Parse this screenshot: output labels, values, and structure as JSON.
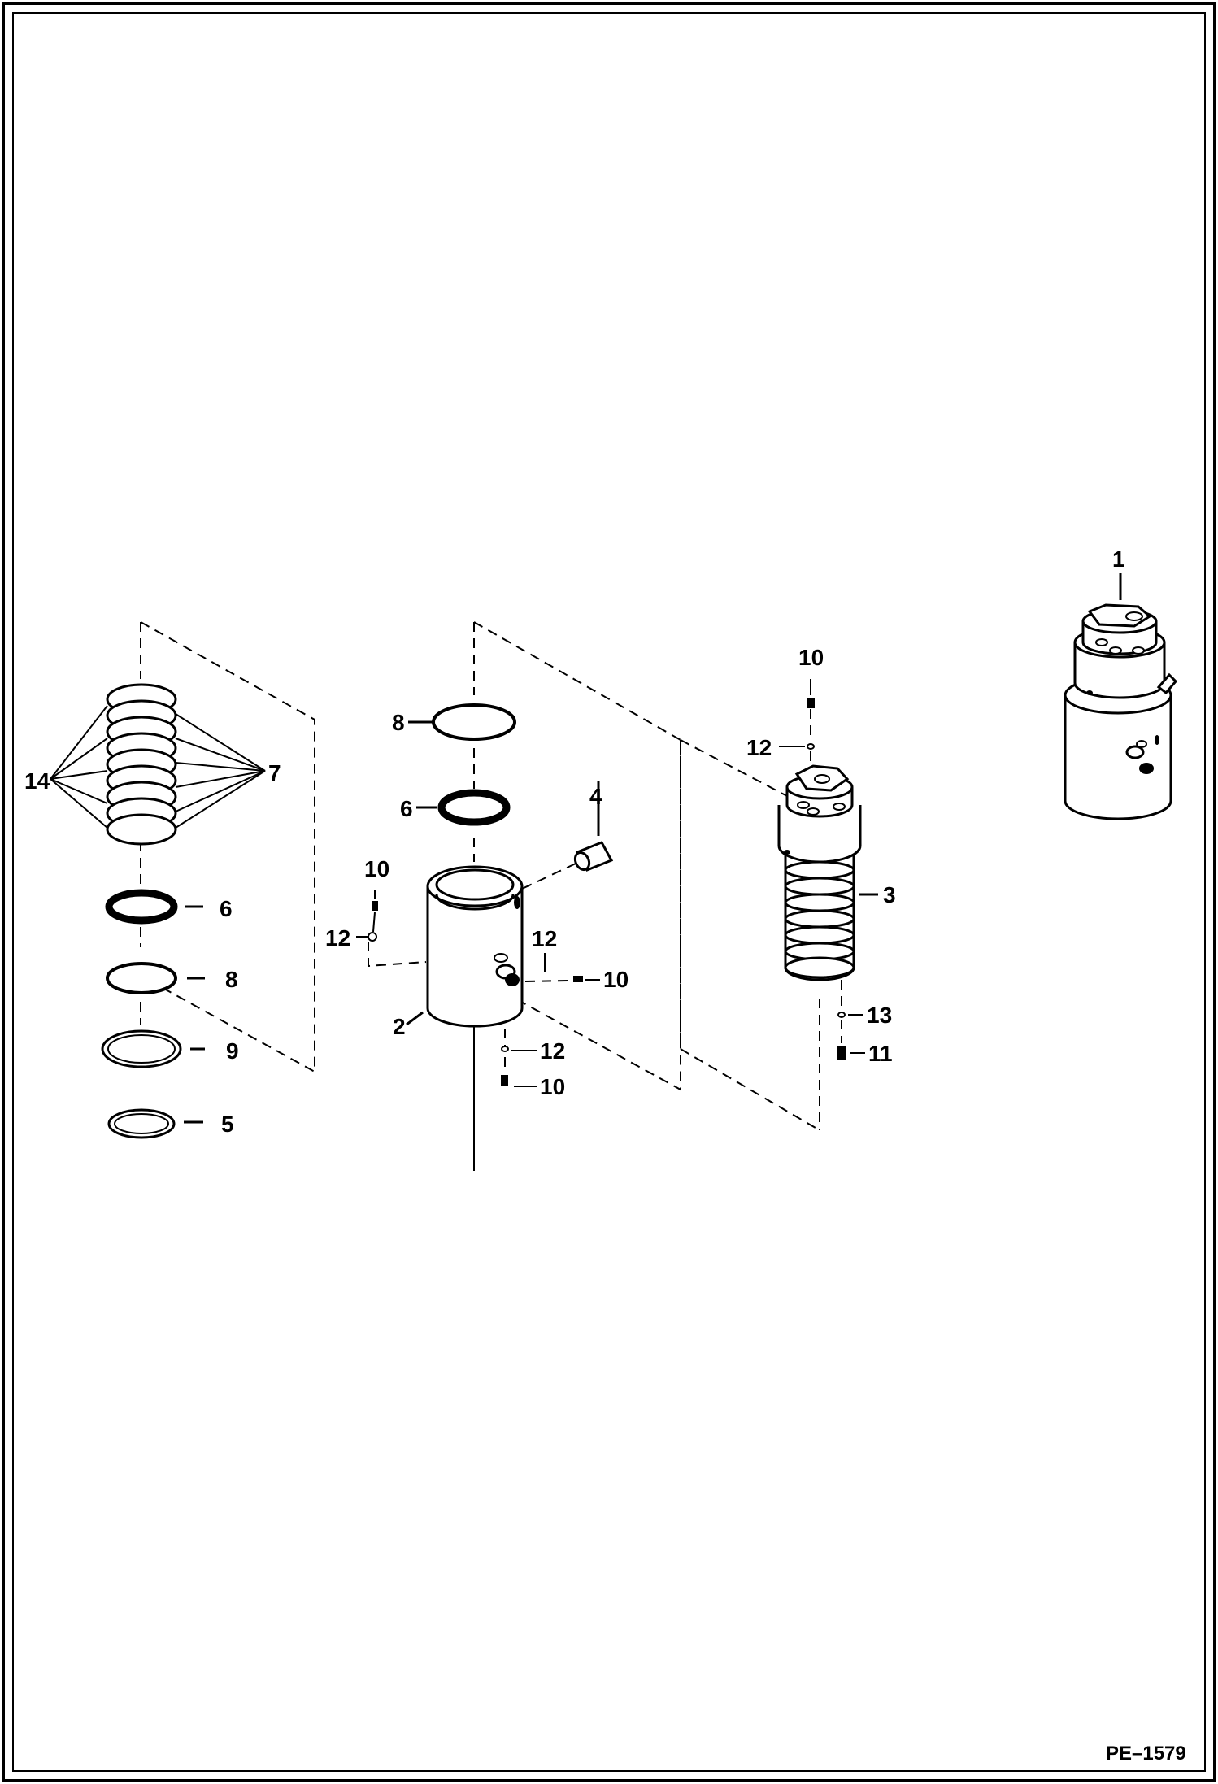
{
  "figure_ref": "PE–1579",
  "callouts": {
    "c1": "1",
    "c2": "2",
    "c3": "3",
    "c4": "4",
    "c5": "5",
    "c6_left": "6",
    "c6_mid": "6",
    "c7": "7",
    "c8_left": "8",
    "c8_mid": "8",
    "c9": "9",
    "c10_mid_top": "10",
    "c10_mid_side": "10",
    "c10_mid_bottom": "10",
    "c10_right": "10",
    "c11": "11",
    "c12_mid_left": "12",
    "c12_mid_side": "12",
    "c12_mid_bottom": "12",
    "c12_right": "12",
    "c13": "13",
    "c14": "14"
  }
}
